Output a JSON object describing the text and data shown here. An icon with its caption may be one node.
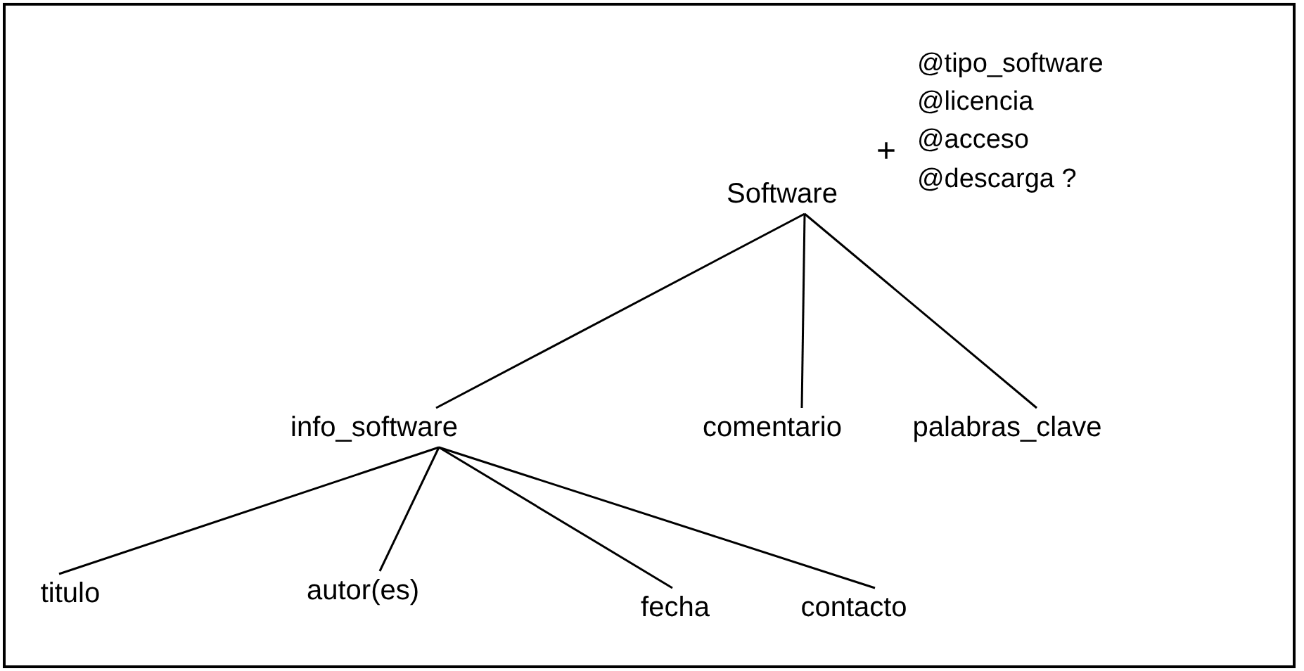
{
  "diagram": {
    "nodes": [
      {
        "text": [
          "Software"
        ]
      },
      {
        "text": [
          "info_software"
        ]
      },
      {
        "text": [
          "comentario"
        ]
      },
      {
        "text": [
          "palabras_clave"
        ]
      },
      {
        "text": [
          "titulo"
        ]
      },
      {
        "text": [
          "autor(es)"
        ]
      },
      {
        "text": [
          "fecha"
        ]
      },
      {
        "text": [
          "contacto"
        ]
      }
    ],
    "edges": [
      {
        "from": 0,
        "to": 1,
        "arrow": "none"
      },
      {
        "from": 0,
        "to": 2,
        "arrow": "none"
      },
      {
        "from": 0,
        "to": 3,
        "arrow": "none"
      },
      {
        "from": 1,
        "to": 4,
        "arrow": "none"
      },
      {
        "from": 1,
        "to": 5,
        "arrow": "none"
      },
      {
        "from": 1,
        "to": 6,
        "arrow": "none"
      },
      {
        "from": 1,
        "to": 7,
        "arrow": "none"
      }
    ],
    "labels": [
      "+",
      "@tipo_software",
      "@licencia",
      "@acceso",
      "@descarga ?"
    ]
  }
}
